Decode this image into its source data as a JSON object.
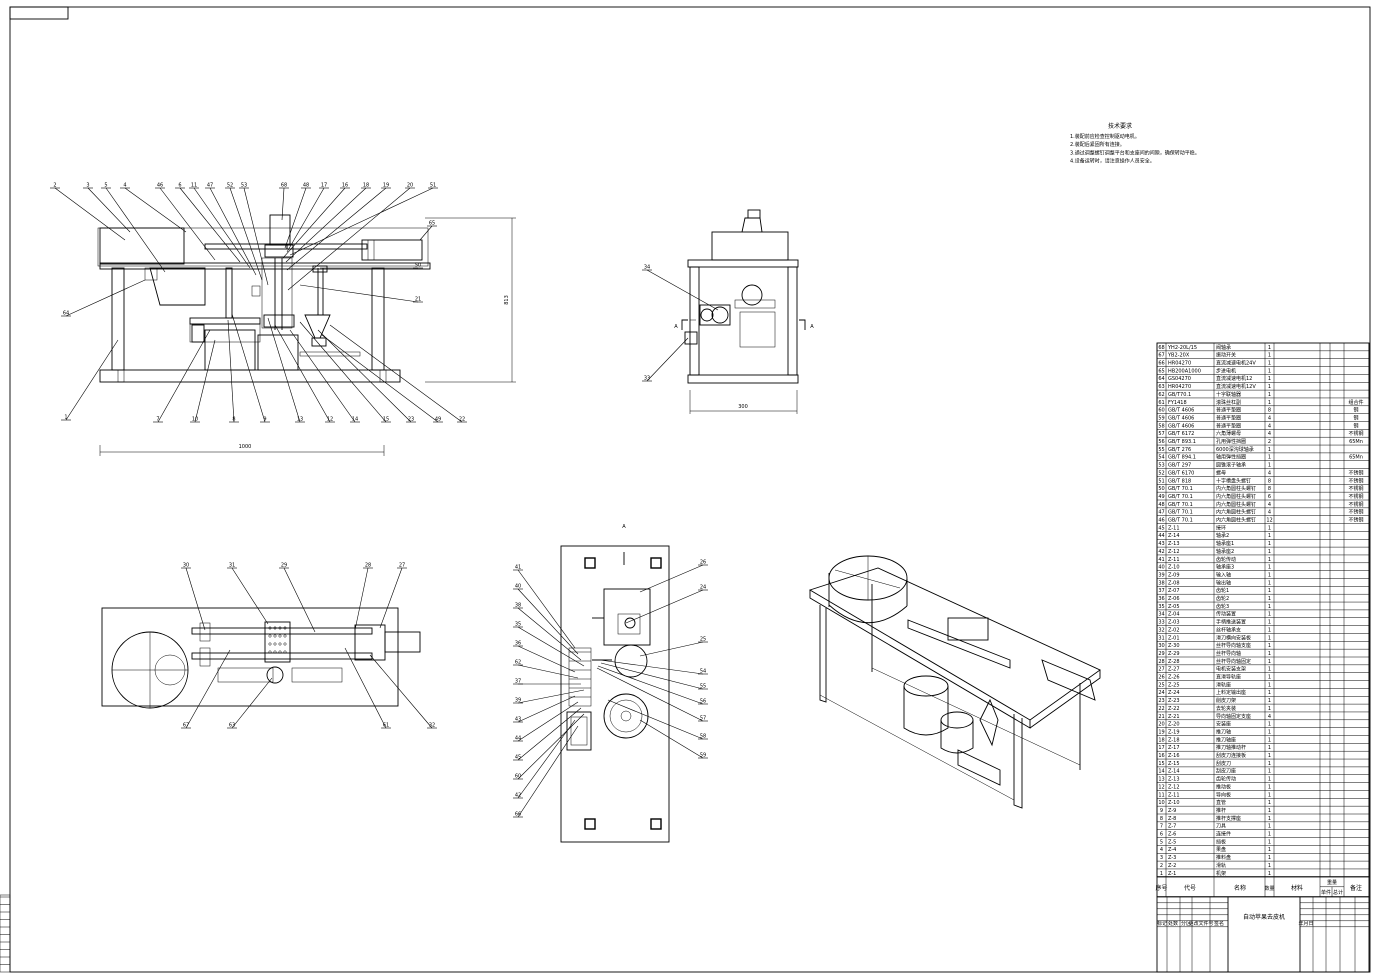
{
  "notes": {
    "title": "技术要求",
    "lines": [
      "1.装配前应检查控制驱动电机。",
      "2.装配后紧固所有连接。",
      "3.通过调整螺钉调整平台和支座间的间隙，确保转动平稳。",
      "4.设备运转时，请注意操作人员安全。"
    ]
  },
  "front_view": {
    "labels_top": [
      "2",
      "3",
      "5",
      "4",
      "46",
      "6",
      "11",
      "47",
      "52",
      "53",
      "68",
      "48",
      "17",
      "16",
      "18",
      "19",
      "20",
      "51"
    ],
    "labels_right": [
      "65",
      "50",
      "21"
    ],
    "labels_left": [
      "64",
      "1"
    ],
    "labels_bottom": [
      "7",
      "10",
      "8",
      "9",
      "13",
      "12",
      "14",
      "15",
      "23",
      "49",
      "22"
    ],
    "dim_width": "1000",
    "dim_height": "813"
  },
  "side_view": {
    "labels": [
      "34",
      "33"
    ],
    "dim_width": "300",
    "section_mark": "A"
  },
  "top_view": {
    "labels_top": [
      "30",
      "31",
      "29",
      "28",
      "27"
    ],
    "labels_bottom": [
      "67",
      "63",
      "61",
      "32"
    ]
  },
  "section_view": {
    "title": "A",
    "labels_left": [
      "41",
      "40",
      "38",
      "35",
      "36",
      "62",
      "37",
      "39",
      "43",
      "44",
      "45",
      "60",
      "42",
      "66"
    ],
    "labels_right": [
      "26",
      "24",
      "25",
      "54",
      "55",
      "56",
      "57",
      "58",
      "59"
    ]
  },
  "bom": {
    "rows": [
      [
        "68",
        "YH2-20L/15",
        "阀轴承",
        "1",
        "",
        "",
        ""
      ],
      [
        "67",
        "YB2-20X",
        "振动开关",
        "1",
        "",
        "",
        ""
      ],
      [
        "66",
        "HR04270",
        "直流减速电机24V",
        "1",
        "",
        "",
        ""
      ],
      [
        "65",
        "HB200A1000",
        "步进电机",
        "1",
        "",
        "",
        ""
      ],
      [
        "64",
        "GS04270",
        "直流减速电机12",
        "1",
        "",
        "",
        ""
      ],
      [
        "63",
        "HR04270",
        "直流减速电机12V",
        "1",
        "",
        "",
        ""
      ],
      [
        "62",
        "GB/T70.1",
        "十字联轴器",
        "1",
        "",
        "",
        ""
      ],
      [
        "61",
        "FY1418",
        "滚珠丝杠副",
        "1",
        "",
        "",
        "组合件"
      ],
      [
        "60",
        "GB/T 4606",
        "普通平垫圈",
        "8",
        "",
        "",
        "钢"
      ],
      [
        "59",
        "GB/T 4606",
        "普通平垫圈",
        "4",
        "",
        "",
        "钢"
      ],
      [
        "58",
        "GB/T 4606",
        "普通平垫圈",
        "4",
        "",
        "",
        "钢"
      ],
      [
        "57",
        "GB/T 6172",
        "六角薄螺母",
        "4",
        "",
        "",
        "不锈钢"
      ],
      [
        "56",
        "GB/T 893.1",
        "孔用弹性挡圈",
        "2",
        "",
        "",
        "65Mn"
      ],
      [
        "55",
        "GB/T 276",
        "6000深沟球轴承",
        "1",
        "",
        "",
        ""
      ],
      [
        "54",
        "GB/T 894.1",
        "轴用弹性挡圈",
        "1",
        "",
        "",
        "65Mn"
      ],
      [
        "53",
        "GB/T 297",
        "圆锥滚子轴承",
        "1",
        "",
        "",
        ""
      ],
      [
        "52",
        "GB/T 6170",
        "螺母",
        "4",
        "",
        "",
        "不锈钢"
      ],
      [
        "51",
        "GB/T 818",
        "十字槽盘头螺钉",
        "8",
        "",
        "",
        "不锈钢"
      ],
      [
        "50",
        "GB/T 70.1",
        "内六角圆柱头螺钉",
        "8",
        "",
        "",
        "不锈钢"
      ],
      [
        "49",
        "GB/T 70.1",
        "内六角圆柱头螺钉",
        "6",
        "",
        "",
        "不锈钢"
      ],
      [
        "48",
        "GB/T 70.1",
        "内六角圆柱头螺钉",
        "4",
        "",
        "",
        "不锈钢"
      ],
      [
        "47",
        "GB/T 70.1",
        "内六角圆柱头螺钉",
        "4",
        "",
        "",
        "不锈钢"
      ],
      [
        "46",
        "GB/T 70.1",
        "内六角圆柱头螺钉",
        "12",
        "",
        "",
        "不锈钢"
      ],
      [
        "45",
        "Z-11",
        "接环",
        "1",
        "",
        "",
        ""
      ],
      [
        "44",
        "Z-14",
        "轴承2",
        "1",
        "",
        "",
        ""
      ],
      [
        "43",
        "Z-13",
        "轴承座1",
        "1",
        "",
        "",
        ""
      ],
      [
        "42",
        "Z-12",
        "轴承座2",
        "1",
        "",
        "",
        ""
      ],
      [
        "41",
        "Z-11",
        "齿轮传动",
        "1",
        "",
        "",
        ""
      ],
      [
        "40",
        "Z-10",
        "轴承座3",
        "1",
        "",
        "",
        ""
      ],
      [
        "39",
        "Z-09",
        "输入轴",
        "1",
        "",
        "",
        ""
      ],
      [
        "38",
        "Z-08",
        "输出轴",
        "1",
        "",
        "",
        ""
      ],
      [
        "37",
        "Z-07",
        "齿轮1",
        "1",
        "",
        "",
        ""
      ],
      [
        "36",
        "Z-06",
        "齿轮2",
        "1",
        "",
        "",
        ""
      ],
      [
        "35",
        "Z-05",
        "齿轮3",
        "1",
        "",
        "",
        ""
      ],
      [
        "34",
        "Z-04",
        "传动装置",
        "1",
        "",
        "",
        ""
      ],
      [
        "33",
        "Z-03",
        "手柄推送装置",
        "1",
        "",
        "",
        ""
      ],
      [
        "32",
        "Z-02",
        "丝杆轴承支",
        "1",
        "",
        "",
        ""
      ],
      [
        "31",
        "Z-01",
        "滑刀横向安装板",
        "1",
        "",
        "",
        ""
      ],
      [
        "30",
        "Z-30",
        "丝杆导向轴支座",
        "1",
        "",
        "",
        ""
      ],
      [
        "29",
        "Z-29",
        "丝杆导向轴",
        "1",
        "",
        "",
        ""
      ],
      [
        "28",
        "Z-28",
        "丝杆导向轴固定",
        "1",
        "",
        "",
        ""
      ],
      [
        "27",
        "Z-27",
        "电机安装支架",
        "1",
        "",
        "",
        ""
      ],
      [
        "26",
        "Z-26",
        "直滑导轨座",
        "1",
        "",
        "",
        ""
      ],
      [
        "25",
        "Z-25",
        "滑轨座",
        "1",
        "",
        "",
        ""
      ],
      [
        "24",
        "Z-24",
        "上料定输出座",
        "1",
        "",
        "",
        ""
      ],
      [
        "23",
        "Z-23",
        "削皮刀架",
        "1",
        "",
        "",
        ""
      ],
      [
        "22",
        "Z-22",
        "去轮夹装",
        "1",
        "",
        "",
        ""
      ],
      [
        "21",
        "Z-21",
        "导向轴固定支座",
        "4",
        "",
        "",
        ""
      ],
      [
        "20",
        "Z-20",
        "安装座",
        "1",
        "",
        "",
        ""
      ],
      [
        "19",
        "Z-19",
        "推刀轴",
        "1",
        "",
        "",
        ""
      ],
      [
        "18",
        "Z-18",
        "推刀轴座",
        "1",
        "",
        "",
        ""
      ],
      [
        "17",
        "Z-17",
        "推刀轴推动杆",
        "1",
        "",
        "",
        ""
      ],
      [
        "16",
        "Z-16",
        "刮皮刀连接板",
        "1",
        "",
        "",
        ""
      ],
      [
        "15",
        "Z-15",
        "刮皮刀",
        "1",
        "",
        "",
        ""
      ],
      [
        "14",
        "Z-14",
        "刮皮刀座",
        "1",
        "",
        "",
        ""
      ],
      [
        "13",
        "Z-13",
        "齿轮传动",
        "1",
        "",
        "",
        ""
      ],
      [
        "12",
        "Z-12",
        "推动板",
        "1",
        "",
        "",
        ""
      ],
      [
        "11",
        "Z-11",
        "导向板",
        "1",
        "",
        "",
        ""
      ],
      [
        "10",
        "Z-10",
        "直管",
        "1",
        "",
        "",
        ""
      ],
      [
        "9",
        "Z-9",
        "推杆",
        "1",
        "",
        "",
        ""
      ],
      [
        "8",
        "Z-8",
        "推杆支撑座",
        "1",
        "",
        "",
        ""
      ],
      [
        "7",
        "Z-7",
        "刀具",
        "1",
        "",
        "",
        ""
      ],
      [
        "6",
        "Z-6",
        "连接件",
        "1",
        "",
        "",
        ""
      ],
      [
        "5",
        "Z-5",
        "挡板",
        "1",
        "",
        "",
        ""
      ],
      [
        "4",
        "Z-4",
        "果盘",
        "1",
        "",
        "",
        ""
      ],
      [
        "3",
        "Z-3",
        "推料盘",
        "1",
        "",
        "",
        ""
      ],
      [
        "2",
        "Z-2",
        "滑轨",
        "1",
        "",
        "",
        ""
      ],
      [
        "1",
        "Z-1",
        "机架",
        "1",
        "",
        "",
        ""
      ]
    ],
    "header": [
      "序号",
      "代号",
      "名称",
      "数量",
      "材料",
      "单件",
      "总计",
      "备注"
    ],
    "header_weight": "重量"
  },
  "title_block": {
    "name": "自动苹果去皮机",
    "cells": [
      "标记",
      "处数",
      "分区",
      "更改文件号",
      "签名",
      "年月日"
    ]
  }
}
